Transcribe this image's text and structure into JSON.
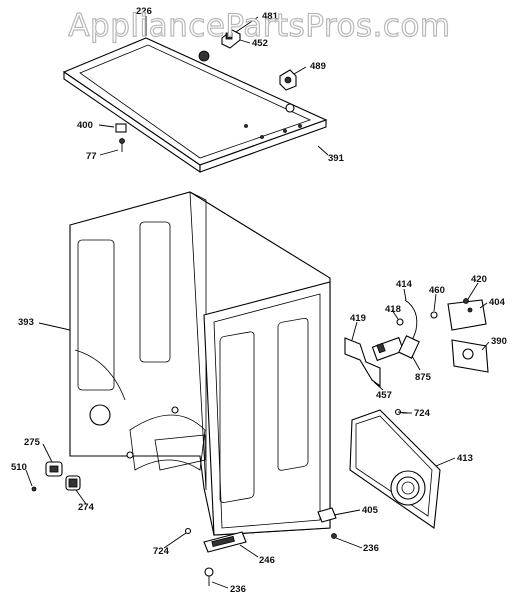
{
  "watermark": "AppliancePartsPros.com",
  "labels": {
    "p226": "226",
    "p481": "481",
    "p452": "452",
    "p489": "489",
    "p400": "400",
    "p77": "77",
    "p391": "391",
    "p393": "393",
    "p414": "414",
    "p460": "460",
    "p420": "420",
    "p404": "404",
    "p419": "419",
    "p418": "418",
    "p390": "390",
    "p875": "875",
    "p457": "457",
    "p724a": "724",
    "p413": "413",
    "p275": "275",
    "p510": "510",
    "p274": "274",
    "p724b": "724",
    "p246": "246",
    "p405": "405",
    "p236a": "236",
    "p236b": "236"
  }
}
